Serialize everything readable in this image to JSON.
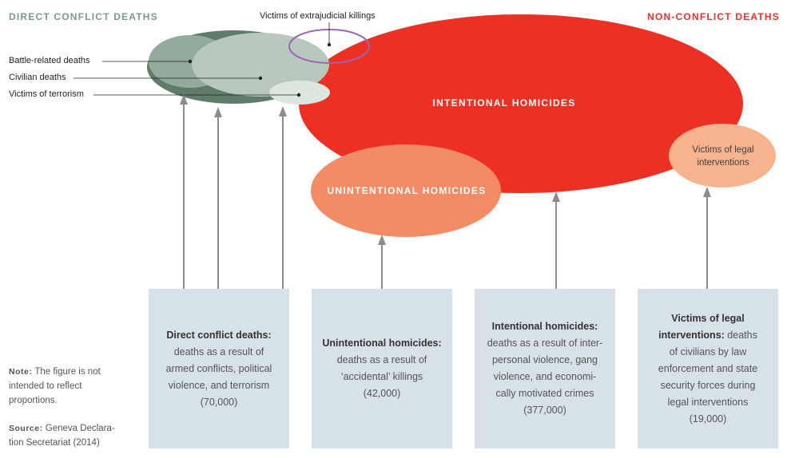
{
  "headers": {
    "direct": "DIRECT CONFLICT DEATHS",
    "non_conflict": "NON-CONFLICT DEATHS"
  },
  "labels": {
    "extrajudicial": "Victims of extrajudicial killings",
    "battle": "Battle-related deaths",
    "civilian": "Civilian deaths",
    "terrorism": "Victims of terrorism"
  },
  "ellipses": {
    "intentional": "INTENTIONAL HOMICIDES",
    "unintentional": "UNINTENTIONAL HOMICIDES",
    "legal_line1": "Victims of legal",
    "legal_line2": "interventions"
  },
  "boxes": [
    {
      "title": "Direct conflict deaths:",
      "lines": [
        "deaths as a result of",
        "armed conflicts, political",
        "violence, and terrorism"
      ],
      "count": "(70,000)"
    },
    {
      "title": "Unintentional homicides:",
      "lines": [
        "deaths as a result of",
        "‘accidental’ killings"
      ],
      "count": "(42,000)"
    },
    {
      "title": "Intentional homicides:",
      "lines": [
        "deaths as a result of inter-",
        "personal violence, gang",
        "violence, and economi-",
        "cally motivated crimes"
      ],
      "count": "(377,000)"
    },
    {
      "title_line1": "Victims of legal",
      "title_line2": "interventions:",
      "title_rest": " deaths",
      "lines": [
        "of civilians by law",
        "enforcement and state",
        "security forces during",
        "legal interventions"
      ],
      "count": "(19,000)"
    }
  ],
  "note": {
    "label": "Note:",
    "text_line1": " The figure is not",
    "text_line2": "intended to reflect",
    "text_line3": "proportions."
  },
  "source": {
    "label": "Source:",
    "text_line1": " Geneva Declara-",
    "text_line2": "tion Secretariat (2014)"
  },
  "colors": {
    "red": "#ec3024",
    "salmon": "#f38b66",
    "light_salmon": "#f7b28e",
    "dark_green": "#5e7c69",
    "mid_green": "#93ab9c",
    "light_green": "#b8c8bc",
    "pale_green": "#dde6de",
    "purple": "#9a66b2",
    "box_bg": "#d7e1e8",
    "arrow": "#8c8c8c"
  }
}
